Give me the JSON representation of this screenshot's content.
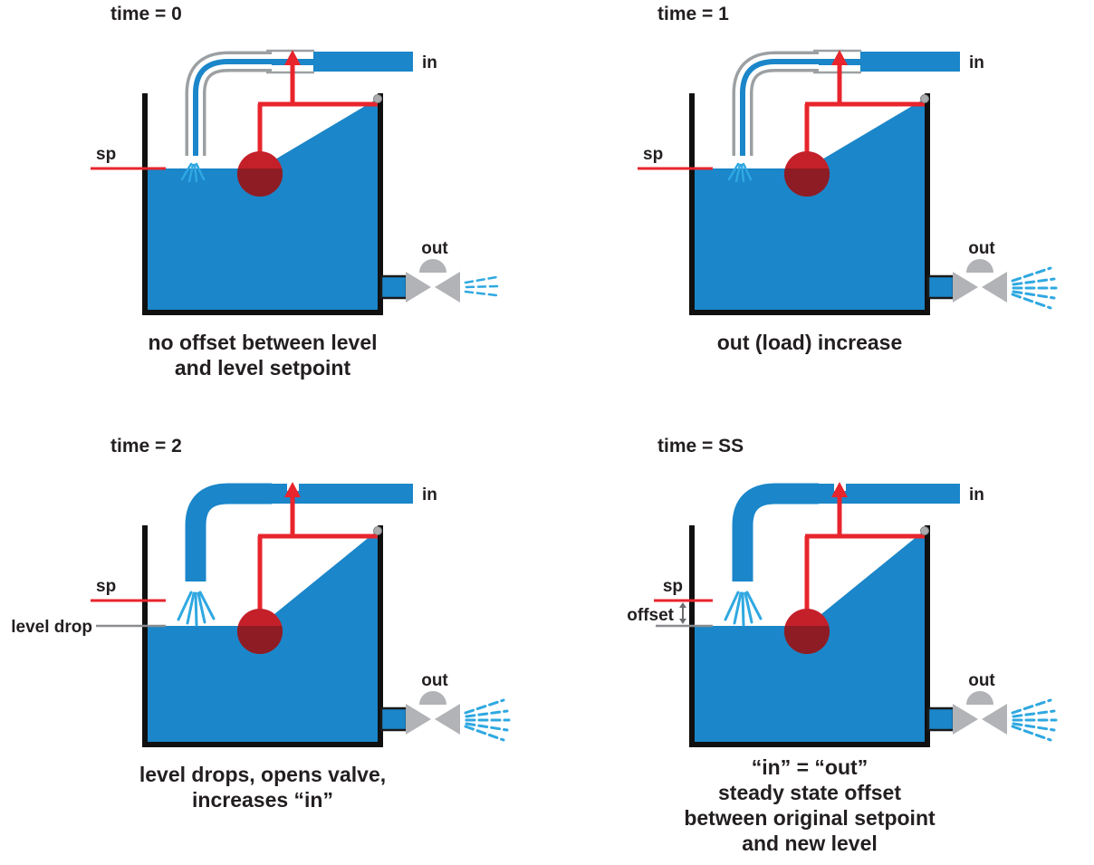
{
  "colors": {
    "water": "#1b86c9",
    "spray": "#2fa8e1",
    "red": "#e8252c",
    "float_top": "#c4202a",
    "float_bottom": "#8e1c24",
    "pipe_gray": "#9ca0a3",
    "valve_gray": "#b1b3b6",
    "tank_line": "#101010",
    "level_gray": "#8a8d90",
    "text": "#231f20"
  },
  "panels": [
    {
      "title": "time = 0",
      "caption": "no offset between level\nand level setpoint",
      "labels": {
        "sp": "sp",
        "in": "in",
        "out": "out"
      }
    },
    {
      "title": "time = 1",
      "caption": "out (load) increase",
      "labels": {
        "sp": "sp",
        "in": "in",
        "out": "out"
      }
    },
    {
      "title": "time = 2",
      "caption": "level drops, opens valve,\nincreases “in”",
      "labels": {
        "sp": "sp",
        "in": "in",
        "out": "out",
        "level_drop": "level drop"
      }
    },
    {
      "title": "time = SS",
      "caption": "“in” = “out”\nsteady state offset\nbetween original setpoint\nand new level",
      "labels": {
        "sp": "sp",
        "in": "in",
        "out": "out",
        "offset": "offset"
      }
    }
  ]
}
